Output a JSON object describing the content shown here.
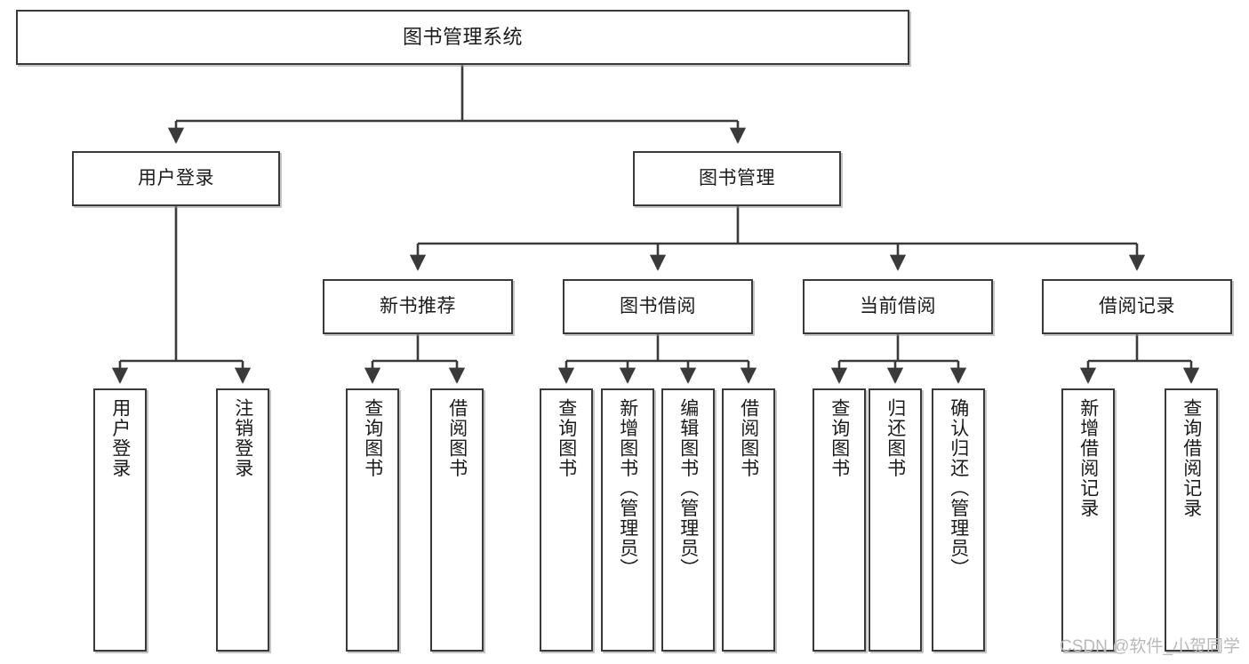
{
  "diagram": {
    "type": "tree",
    "title": "图书管理系统",
    "orientation": "top-down",
    "colors": {
      "box_border": "#3a3a3a",
      "box_fill": "#ffffff",
      "connector": "#3a3a3a",
      "watermark": "#b9b9b9",
      "page_background": "#ffffff"
    }
  },
  "root": {
    "label": "图书管理系统"
  },
  "level2": [
    {
      "label": "用户登录"
    },
    {
      "label": "图书管理"
    }
  ],
  "level3": [
    {
      "label": "新书推荐"
    },
    {
      "label": "图书借阅"
    },
    {
      "label": "当前借阅"
    },
    {
      "label": "借阅记录"
    }
  ],
  "leaves": {
    "user_login": [
      {
        "label": "用户登录"
      },
      {
        "label": "注销登录"
      }
    ],
    "new_book_recommend": [
      {
        "label": "查询图书"
      },
      {
        "label": "借阅图书"
      }
    ],
    "book_borrow": [
      {
        "label": "查询图书"
      },
      {
        "label": "新增图书（管理员）"
      },
      {
        "label": "编辑图书（管理员）"
      },
      {
        "label": "借阅图书"
      }
    ],
    "current_borrow": [
      {
        "label": "查询图书"
      },
      {
        "label": "归还图书"
      },
      {
        "label": "确认归还（管理员）"
      }
    ],
    "borrow_record": [
      {
        "label": "新增借阅记录"
      },
      {
        "label": "查询借阅记录"
      }
    ]
  },
  "watermark": {
    "text": "CSDN @软件_小贺同学"
  }
}
